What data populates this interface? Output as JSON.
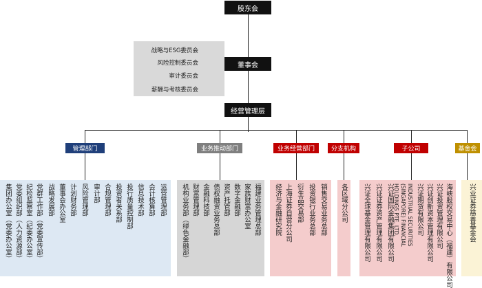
{
  "top": {
    "shareholders": "股东会",
    "board": "董事会",
    "management": "经营管理层"
  },
  "committees": [
    "战略与ESG委员会",
    "风险控制委员会",
    "审计委员会",
    "薪酬与考核委员会"
  ],
  "categories": [
    {
      "label": "管理部门",
      "color": "#1f3f7a",
      "panel": "#dde8f3",
      "units": [
        "集团办公室（党委办公室）",
        "党委组织部（人力资源部）",
        "纪检监察室（纪委办公室）",
        "党群工作部（党委宣传部）",
        "战略发展部",
        "董事会办公室",
        "计划财务部",
        "风险管理部",
        "审计部",
        "合规管理部",
        "投资者关系部",
        "投行质量控制部",
        "信息技术部",
        "会计核算部",
        "运营管理部"
      ]
    },
    {
      "label": "业务推动部门",
      "color": "#7f7f7f",
      "panel": "#d6d6d6",
      "units": [
        "机构业务部（绿色金融部）",
        "财富管理部",
        "金融科技部",
        "债权融资业务总部",
        "资产托管部",
        "数字金融部",
        "家族财富办公室",
        "福建业务管理总部"
      ]
    },
    {
      "label": "业务经营部门",
      "color": "#c00000",
      "panel": "#f4cccc",
      "units": [
        "经济与金融研究院",
        "上海证券自营分公司",
        "衍生品交易部",
        "投资银行业务总部",
        "销售交易业务总部"
      ]
    },
    {
      "label": "分支机构",
      "color": "#c00000",
      "panel": "#f4cccc",
      "units": [
        "各区域分公司"
      ]
    },
    {
      "label": "子公司",
      "color": "#c00000",
      "panel": "#f4cccc",
      "units": [
        "兴证全球基金管理有限公司",
        "兴证证券资产管理有限公司",
        "兴证国际金融集团有限公司",
        "INDUSTRIAL SECURITIES (SINGAPORE) FINANCIAL HOLDINGS PTE. LTD.",
        "兴证期货有限公司",
        "兴证创新资本管理有限公司",
        "兴证投资管理有限公司",
        "海峡股权交易中心（福建）有限公司"
      ]
    },
    {
      "label": "基金会",
      "color": "#bf9000",
      "panel": "#fbf3d6",
      "units": [
        "兴业证券慈善基金会"
      ]
    }
  ]
}
